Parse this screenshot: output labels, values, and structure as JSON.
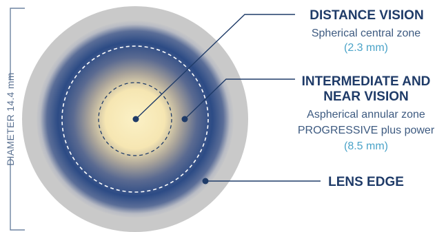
{
  "dimension": {
    "label": "DIAMETER 14.4 mm"
  },
  "callouts": {
    "distance": {
      "title": "DISTANCE VISION",
      "description": "Spherical central zone",
      "measure": "(2.3 mm)"
    },
    "intermediate": {
      "title_line1": "INTERMEDIATE AND",
      "title_line2": "NEAR VISION",
      "description_line1": "Aspherical annular zone",
      "description_line2": "PROGRESSIVE plus power",
      "measure": "(8.5 mm)"
    },
    "edge": {
      "title": "LENS EDGE"
    }
  },
  "colors": {
    "lens_edge": "#c9c9c9",
    "progressive_zone": "#28457f",
    "central_zone": "#fbefbf",
    "leader": "#1f3b68",
    "title": "#1f3b68",
    "measure": "#4aa3c8"
  }
}
